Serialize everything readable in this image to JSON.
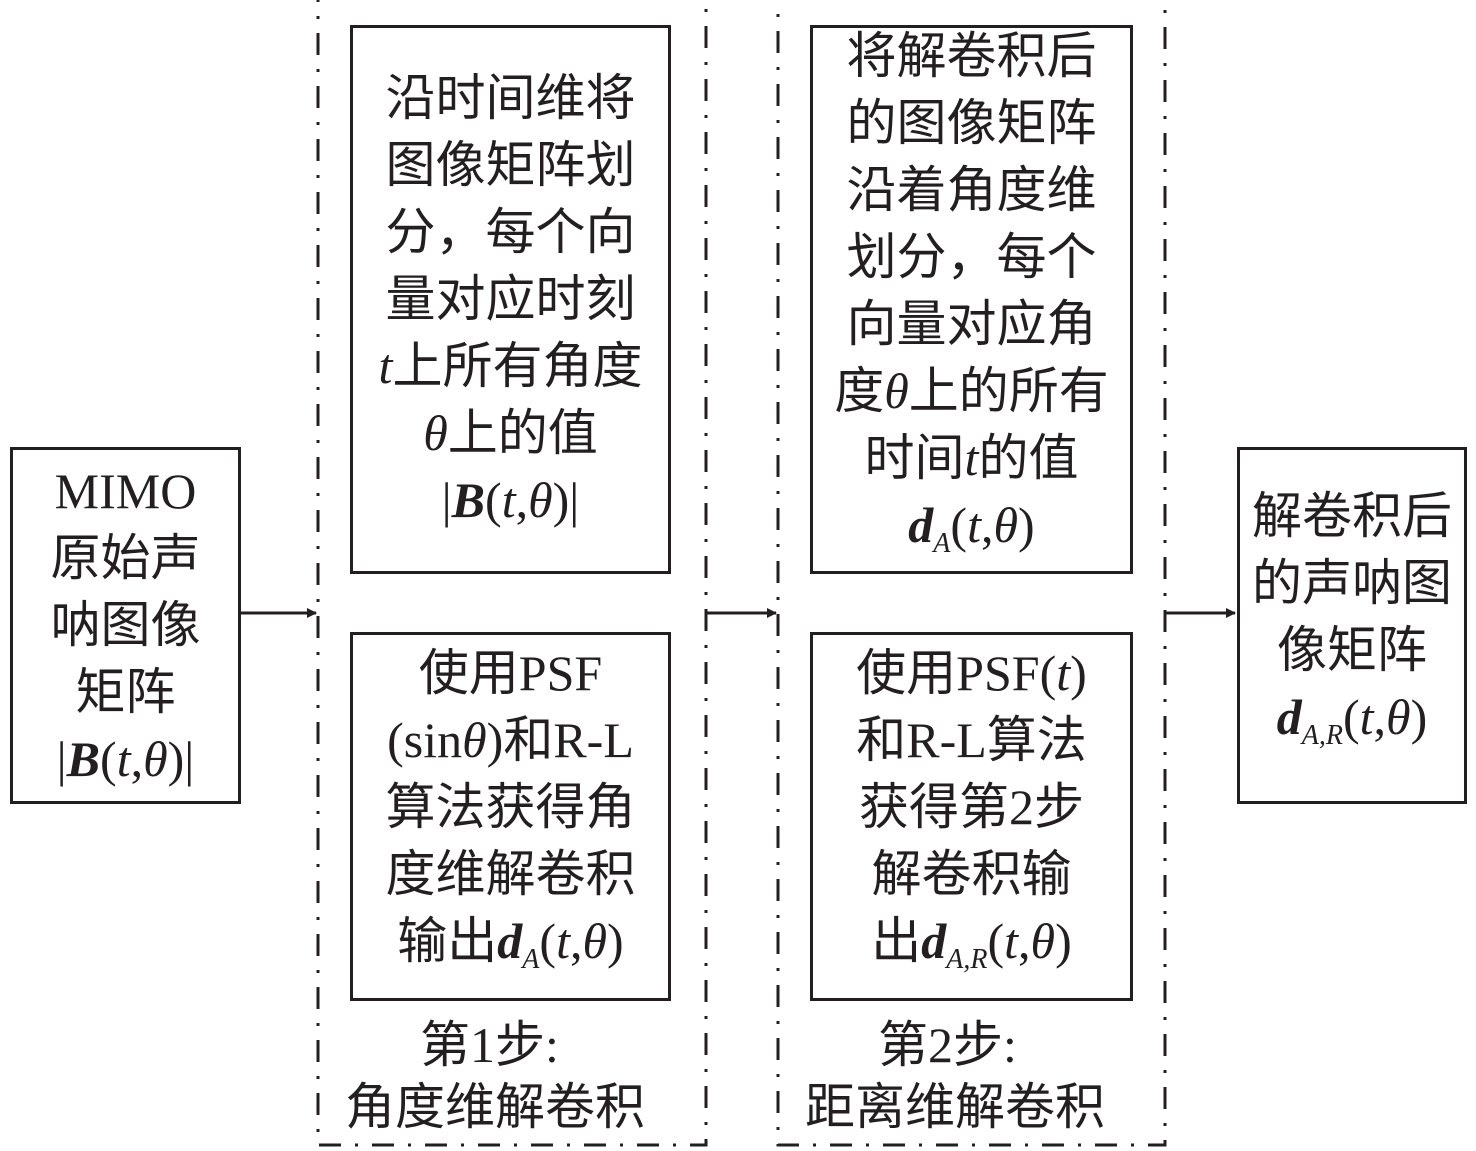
{
  "input_box": {
    "lines": [
      [
        {
          "t": "MIMO"
        }
      ],
      [
        {
          "t": "原始声"
        }
      ],
      [
        {
          "t": "呐图像"
        }
      ],
      [
        {
          "t": "矩阵"
        }
      ],
      [
        {
          "t": "|"
        },
        {
          "t": "B",
          "s": "b"
        },
        {
          "t": "("
        },
        {
          "t": "t",
          "s": "i"
        },
        {
          "t": ","
        },
        {
          "t": "θ",
          "s": "i"
        },
        {
          "t": ")|"
        }
      ]
    ]
  },
  "step1": {
    "top_box": {
      "lines": [
        [
          {
            "t": "沿时间维将"
          }
        ],
        [
          {
            "t": "图像矩阵划"
          }
        ],
        [
          {
            "t": "分，每个向"
          }
        ],
        [
          {
            "t": "量对应时刻"
          }
        ],
        [
          {
            "t": "t",
            "s": "i"
          },
          {
            "t": "上所有角度"
          }
        ],
        [
          {
            "t": "θ",
            "s": "i"
          },
          {
            "t": "上的值"
          }
        ],
        [
          {
            "t": "|"
          },
          {
            "t": "B",
            "s": "b"
          },
          {
            "t": "("
          },
          {
            "t": "t",
            "s": "i"
          },
          {
            "t": ","
          },
          {
            "t": "θ",
            "s": "i"
          },
          {
            "t": ")|"
          }
        ]
      ]
    },
    "bottom_box": {
      "lines": [
        [
          {
            "t": "使用PSF"
          }
        ],
        [
          {
            "t": "(sin"
          },
          {
            "t": "θ",
            "s": "i"
          },
          {
            "t": ")和R-L"
          }
        ],
        [
          {
            "t": "算法获得角"
          }
        ],
        [
          {
            "t": "度维解卷积"
          }
        ],
        [
          {
            "t": "输出"
          },
          {
            "t": "d",
            "s": "b"
          },
          {
            "t": "A",
            "s": "sub"
          },
          {
            "t": "("
          },
          {
            "t": "t",
            "s": "i"
          },
          {
            "t": ","
          },
          {
            "t": "θ",
            "s": "i"
          },
          {
            "t": ")"
          }
        ]
      ]
    },
    "caption_line1": "第1步:",
    "caption_line2": "角度维解卷积"
  },
  "step2": {
    "top_box": {
      "lines": [
        [
          {
            "t": "将解卷积后"
          }
        ],
        [
          {
            "t": "的图像矩阵"
          }
        ],
        [
          {
            "t": "沿着角度维"
          }
        ],
        [
          {
            "t": "划分，每个"
          }
        ],
        [
          {
            "t": "向量对应角"
          }
        ],
        [
          {
            "t": "度"
          },
          {
            "t": "θ",
            "s": "i"
          },
          {
            "t": "上的所有"
          }
        ],
        [
          {
            "t": "时间"
          },
          {
            "t": "t",
            "s": "i"
          },
          {
            "t": "的值"
          }
        ],
        [
          {
            "t": "d",
            "s": "b"
          },
          {
            "t": "A",
            "s": "sub"
          },
          {
            "t": "("
          },
          {
            "t": "t",
            "s": "i"
          },
          {
            "t": ","
          },
          {
            "t": "θ",
            "s": "i"
          },
          {
            "t": ")"
          }
        ]
      ]
    },
    "bottom_box": {
      "lines": [
        [
          {
            "t": "使用PSF("
          },
          {
            "t": "t",
            "s": "i"
          },
          {
            "t": ")"
          }
        ],
        [
          {
            "t": "和R-L算法"
          }
        ],
        [
          {
            "t": "获得第2步"
          }
        ],
        [
          {
            "t": "解卷积输"
          }
        ],
        [
          {
            "t": "出"
          },
          {
            "t": "d",
            "s": "b"
          },
          {
            "t": "A,R",
            "s": "sub"
          },
          {
            "t": "("
          },
          {
            "t": "t",
            "s": "i"
          },
          {
            "t": ","
          },
          {
            "t": "θ",
            "s": "i"
          },
          {
            "t": ")"
          }
        ]
      ]
    },
    "caption_line1": "第2步:",
    "caption_line2": "距离维解卷积"
  },
  "output_box": {
    "lines": [
      [
        {
          "t": "解卷积后"
        }
      ],
      [
        {
          "t": "的声呐图"
        }
      ],
      [
        {
          "t": "像矩阵"
        }
      ],
      [
        {
          "t": "d",
          "s": "b"
        },
        {
          "t": "A,R",
          "s": "sub"
        },
        {
          "t": "("
        },
        {
          "t": "t",
          "s": "i"
        },
        {
          "t": ","
        },
        {
          "t": "θ",
          "s": "i"
        },
        {
          "t": ")"
        }
      ]
    ]
  }
}
